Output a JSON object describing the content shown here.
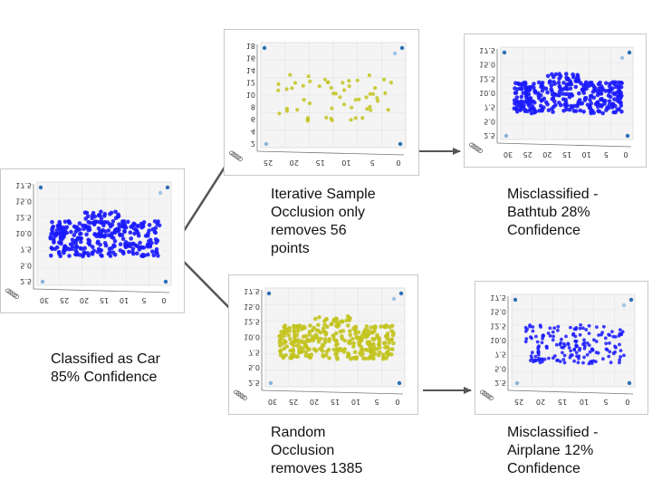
{
  "colors": {
    "original_points": "#1a1aff",
    "occluded_points": "#c3c31e",
    "adversarial_points": "#1a1aff",
    "arrow": "#555555",
    "panel_border": "#c8c8c8"
  },
  "panels": {
    "original": {
      "y_ticks": [
        "17.5",
        "15.0",
        "12.5",
        "10.0",
        "7.5",
        "5.0",
        "2.5"
      ],
      "x_ticks": [
        "30",
        "25",
        "20",
        "15",
        "10",
        "5",
        "0"
      ],
      "caption": [
        "Classified as Car",
        "85% Confidence"
      ]
    },
    "iterative": {
      "y_ticks": [
        "18",
        "16",
        "14",
        "12",
        "10",
        "8",
        "6",
        "4",
        "2"
      ],
      "x_ticks": [
        "25",
        "20",
        "15",
        "10",
        "5",
        "0"
      ],
      "caption": [
        "Iterative Sample",
        "Occlusion only",
        "removes 56",
        "points"
      ]
    },
    "iterative_result": {
      "y_ticks": [
        "17.5",
        "15.0",
        "12.5",
        "10.0",
        "7.5",
        "5.0",
        "2.5"
      ],
      "x_ticks": [
        "30",
        "25",
        "20",
        "15",
        "10",
        "5",
        "0"
      ],
      "caption": [
        "Misclassified -",
        "Bathtub 28%",
        "Confidence"
      ]
    },
    "random": {
      "y_ticks": [
        "17.5",
        "15.0",
        "12.5",
        "10.0",
        "7.5",
        "5.0",
        "2.5"
      ],
      "x_ticks": [
        "30",
        "25",
        "20",
        "15",
        "10",
        "5",
        "0"
      ],
      "caption": [
        "Random",
        "Occlusion",
        "removes 1385"
      ]
    },
    "random_result": {
      "y_ticks": [
        "17.5",
        "15.0",
        "12.5",
        "10.0",
        "7.5",
        "5.0",
        "2.5"
      ],
      "x_ticks": [
        "25",
        "20",
        "15",
        "10",
        "5",
        "0"
      ],
      "caption": [
        "Misclassified -",
        "Airplane 12%",
        "Confidence"
      ]
    }
  }
}
